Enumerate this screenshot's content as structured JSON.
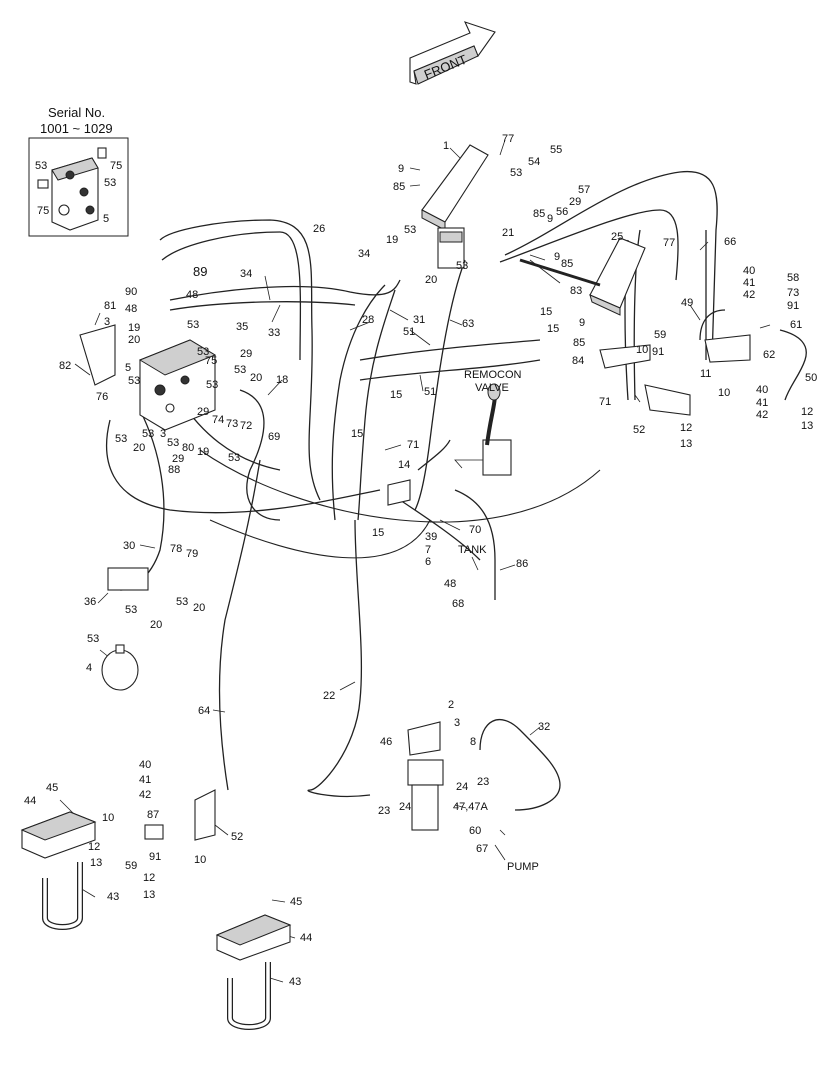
{
  "front_label": "FRONT",
  "inset": {
    "line1": "Serial No.",
    "line2": "1001 ~ 1029"
  },
  "callouts": {
    "remocon": [
      "REMOCON",
      "VALVE"
    ],
    "tank": "TANK",
    "pump": "PUMP"
  },
  "labels": [
    {
      "id": "l1",
      "t": "1"
    },
    {
      "id": "l77a",
      "t": "77"
    },
    {
      "id": "l9a",
      "t": "9"
    },
    {
      "id": "l85a",
      "t": "85"
    },
    {
      "id": "l55",
      "t": "55"
    },
    {
      "id": "l54",
      "t": "54"
    },
    {
      "id": "l53a",
      "t": "53"
    },
    {
      "id": "l57",
      "t": "57"
    },
    {
      "id": "l29a",
      "t": "29"
    },
    {
      "id": "l85b",
      "t": "85"
    },
    {
      "id": "l56",
      "t": "56"
    },
    {
      "id": "l9b",
      "t": "9"
    },
    {
      "id": "l21",
      "t": "21"
    },
    {
      "id": "l53b",
      "t": "53"
    },
    {
      "id": "l53c",
      "t": "53"
    },
    {
      "id": "l19a",
      "t": "19"
    },
    {
      "id": "l20a",
      "t": "20"
    },
    {
      "id": "l34a",
      "t": "34"
    },
    {
      "id": "l26",
      "t": "26"
    },
    {
      "id": "l25",
      "t": "25"
    },
    {
      "id": "l77b",
      "t": "77"
    },
    {
      "id": "l66",
      "t": "66"
    },
    {
      "id": "l9c",
      "t": "9"
    },
    {
      "id": "l85c",
      "t": "85"
    },
    {
      "id": "l83",
      "t": "83"
    },
    {
      "id": "l89",
      "t": "89"
    },
    {
      "id": "l90",
      "t": "90"
    },
    {
      "id": "l48a",
      "t": "48"
    },
    {
      "id": "l48b",
      "t": "48"
    },
    {
      "id": "l34b",
      "t": "34"
    },
    {
      "id": "l33",
      "t": "33"
    },
    {
      "id": "l81",
      "t": "81"
    },
    {
      "id": "l3a",
      "t": "3"
    },
    {
      "id": "l19b",
      "t": "19"
    },
    {
      "id": "l20b",
      "t": "20"
    },
    {
      "id": "l53d",
      "t": "53"
    },
    {
      "id": "l35",
      "t": "35"
    },
    {
      "id": "l29b",
      "t": "29"
    },
    {
      "id": "l28",
      "t": "28"
    },
    {
      "id": "l31",
      "t": "31"
    },
    {
      "id": "l63",
      "t": "63"
    },
    {
      "id": "l51a",
      "t": "51"
    },
    {
      "id": "l15a",
      "t": "15"
    },
    {
      "id": "l15b",
      "t": "15"
    },
    {
      "id": "l9d",
      "t": "9"
    },
    {
      "id": "l85d",
      "t": "85"
    },
    {
      "id": "l84",
      "t": "84"
    },
    {
      "id": "l82",
      "t": "82"
    },
    {
      "id": "l53e",
      "t": "53"
    },
    {
      "id": "l5a",
      "t": "5"
    },
    {
      "id": "l53f",
      "t": "53"
    },
    {
      "id": "l75a",
      "t": "75"
    },
    {
      "id": "l53g",
      "t": "53"
    },
    {
      "id": "l20c",
      "t": "20"
    },
    {
      "id": "l18",
      "t": "18"
    },
    {
      "id": "l53h",
      "t": "53"
    },
    {
      "id": "l76",
      "t": "76"
    },
    {
      "id": "l29c",
      "t": "29"
    },
    {
      "id": "l74",
      "t": "74"
    },
    {
      "id": "l73a",
      "t": "73"
    },
    {
      "id": "l72",
      "t": "72"
    },
    {
      "id": "l53i",
      "t": "53"
    },
    {
      "id": "l20d",
      "t": "20"
    },
    {
      "id": "l53j",
      "t": "53"
    },
    {
      "id": "l3b",
      "t": "3"
    },
    {
      "id": "l53k",
      "t": "53"
    },
    {
      "id": "l80",
      "t": "80"
    },
    {
      "id": "l19c",
      "t": "19"
    },
    {
      "id": "l53l",
      "t": "53"
    },
    {
      "id": "l69",
      "t": "69"
    },
    {
      "id": "l29d",
      "t": "29"
    },
    {
      "id": "l88",
      "t": "88"
    },
    {
      "id": "l51b",
      "t": "51"
    },
    {
      "id": "l15c",
      "t": "15"
    },
    {
      "id": "l15d",
      "t": "15"
    },
    {
      "id": "l71a",
      "t": "71"
    },
    {
      "id": "l14",
      "t": "14"
    },
    {
      "id": "l49",
      "t": "49"
    },
    {
      "id": "l40a",
      "t": "40"
    },
    {
      "id": "l41a",
      "t": "41"
    },
    {
      "id": "l42a",
      "t": "42"
    },
    {
      "id": "l58",
      "t": "58"
    },
    {
      "id": "l73b",
      "t": "73"
    },
    {
      "id": "l91a",
      "t": "91"
    },
    {
      "id": "l61",
      "t": "61"
    },
    {
      "id": "l59a",
      "t": "59"
    },
    {
      "id": "l91b",
      "t": "91"
    },
    {
      "id": "l62",
      "t": "62"
    },
    {
      "id": "l10a",
      "t": "10"
    },
    {
      "id": "l11",
      "t": "11"
    },
    {
      "id": "l50",
      "t": "50"
    },
    {
      "id": "l71b",
      "t": "71"
    },
    {
      "id": "l10b",
      "t": "10"
    },
    {
      "id": "l40b",
      "t": "40"
    },
    {
      "id": "l41b",
      "t": "41"
    },
    {
      "id": "l42b",
      "t": "42"
    },
    {
      "id": "l12a",
      "t": "12"
    },
    {
      "id": "l13a",
      "t": "13"
    },
    {
      "id": "l52a",
      "t": "52"
    },
    {
      "id": "l12b",
      "t": "12"
    },
    {
      "id": "l13b",
      "t": "13"
    },
    {
      "id": "l15e",
      "t": "15"
    },
    {
      "id": "l39",
      "t": "39"
    },
    {
      "id": "l7",
      "t": "7"
    },
    {
      "id": "l6",
      "t": "6"
    },
    {
      "id": "l70",
      "t": "70"
    },
    {
      "id": "l86",
      "t": "86"
    },
    {
      "id": "l48c",
      "t": "48"
    },
    {
      "id": "l68",
      "t": "68"
    },
    {
      "id": "l30",
      "t": "30"
    },
    {
      "id": "l78",
      "t": "78"
    },
    {
      "id": "l79",
      "t": "79"
    },
    {
      "id": "l36",
      "t": "36"
    },
    {
      "id": "l53m",
      "t": "53"
    },
    {
      "id": "l20e",
      "t": "20"
    },
    {
      "id": "l53n",
      "t": "53"
    },
    {
      "id": "l20f",
      "t": "20"
    },
    {
      "id": "l53o",
      "t": "53"
    },
    {
      "id": "l4",
      "t": "4"
    },
    {
      "id": "l22",
      "t": "22"
    },
    {
      "id": "l64",
      "t": "64"
    },
    {
      "id": "l2",
      "t": "2"
    },
    {
      "id": "l3c",
      "t": "3"
    },
    {
      "id": "l46",
      "t": "46"
    },
    {
      "id": "l8",
      "t": "8"
    },
    {
      "id": "l32",
      "t": "32"
    },
    {
      "id": "l23a",
      "t": "23"
    },
    {
      "id": "l24a",
      "t": "24"
    },
    {
      "id": "l23b",
      "t": "23"
    },
    {
      "id": "l24b",
      "t": "24"
    },
    {
      "id": "l47",
      "t": "47,47A"
    },
    {
      "id": "l60",
      "t": "60"
    },
    {
      "id": "l67",
      "t": "67"
    },
    {
      "id": "l40c",
      "t": "40"
    },
    {
      "id": "l41c",
      "t": "41"
    },
    {
      "id": "l42c",
      "t": "42"
    },
    {
      "id": "l45a",
      "t": "45"
    },
    {
      "id": "l44a",
      "t": "44"
    },
    {
      "id": "l87",
      "t": "87"
    },
    {
      "id": "l10c",
      "t": "10"
    },
    {
      "id": "l52b",
      "t": "52"
    },
    {
      "id": "l12c",
      "t": "12"
    },
    {
      "id": "l59b",
      "t": "59"
    },
    {
      "id": "l91c",
      "t": "91"
    },
    {
      "id": "l10d",
      "t": "10"
    },
    {
      "id": "l13c",
      "t": "13"
    },
    {
      "id": "l12d",
      "t": "12"
    },
    {
      "id": "l13d",
      "t": "13"
    },
    {
      "id": "l43a",
      "t": "43"
    },
    {
      "id": "l45b",
      "t": "45"
    },
    {
      "id": "l44b",
      "t": "44"
    },
    {
      "id": "l43b",
      "t": "43"
    },
    {
      "id": "l53p",
      "t": "53"
    },
    {
      "id": "l75b",
      "t": "75"
    },
    {
      "id": "l53q",
      "t": "53"
    },
    {
      "id": "l75c",
      "t": "75"
    },
    {
      "id": "l5b",
      "t": "5"
    }
  ]
}
